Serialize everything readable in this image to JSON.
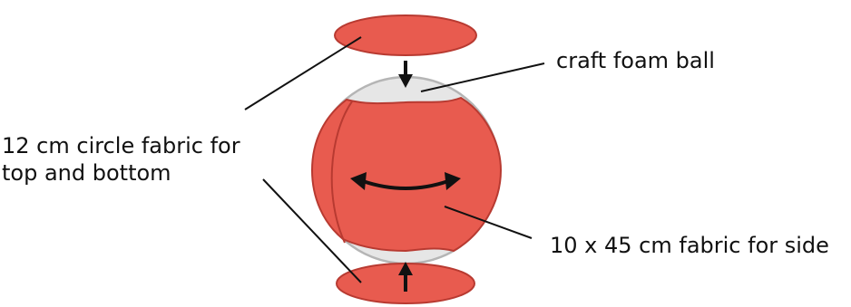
{
  "labels": {
    "craft_foam_ball": "craft foam ball",
    "circle_fabric_line1": "12 cm circle fabric for",
    "circle_fabric_line2": "top and bottom",
    "side_fabric": "10 x 45 cm fabric for side"
  },
  "colors": {
    "fabric": "#e85b4f",
    "fabric_outline": "#b83a31",
    "foam_ball": "#e6e6e6",
    "foam_outline": "#b5b5b5",
    "arrow": "#111111",
    "leader_line": "#111111",
    "text": "#111111"
  }
}
